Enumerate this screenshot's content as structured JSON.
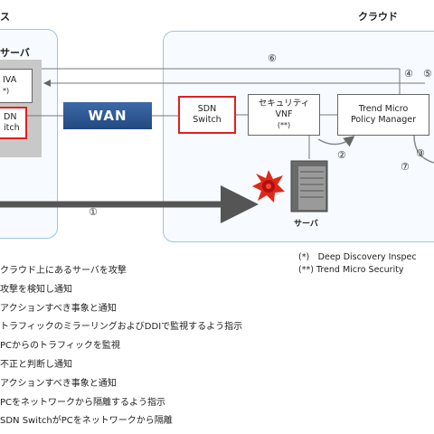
{
  "left_region": {
    "title": "ス",
    "server_title": "サーバ"
  },
  "cloud_region": {
    "title": "クラウド"
  },
  "left_boxes": {
    "iva_line1": "IVA",
    "iva_line2": "*)",
    "sdn_line1": "DN",
    "sdn_line2": "itch"
  },
  "wan": {
    "label": "WAN"
  },
  "cloud_boxes": {
    "sdn_switch_line1": "SDN",
    "sdn_switch_line2": "Switch",
    "vnf_line1": "セキュリティ",
    "vnf_line2": "VNF",
    "vnf_line3": "(**)",
    "tmpm_line1": "Trend Micro",
    "tmpm_line2": "Policy Manager"
  },
  "server": {
    "label": "サーバ"
  },
  "circled_numbers": {
    "n1": "①",
    "n2": "②",
    "n3": "③",
    "n4": "④",
    "n5": "⑤",
    "n6": "⑥",
    "n7": "⑦"
  },
  "legend": {
    "line1": "(*)　Deep Discovery Inspec",
    "line2": "(**) Trend Micro Security"
  },
  "steps": [
    "クラウド上にあるサーバを攻撃",
    "攻撃を検知し通知",
    "アクションすべき事象と通知",
    "トラフィックのミラーリングおよびDDIで監視するよう指示",
    "PCからのトラフィックを監視",
    "不正と判断し通知",
    "アクションすべき事象と通知",
    "PCをネットワークから隔離するよう指示",
    "SDN SwitchがPCをネットワークから隔離"
  ],
  "colors": {
    "region_border": "#9ec4e6",
    "highlight_border": "#e02020",
    "wan_fill": "#2f5b96",
    "attack_arrow": "#555555"
  }
}
